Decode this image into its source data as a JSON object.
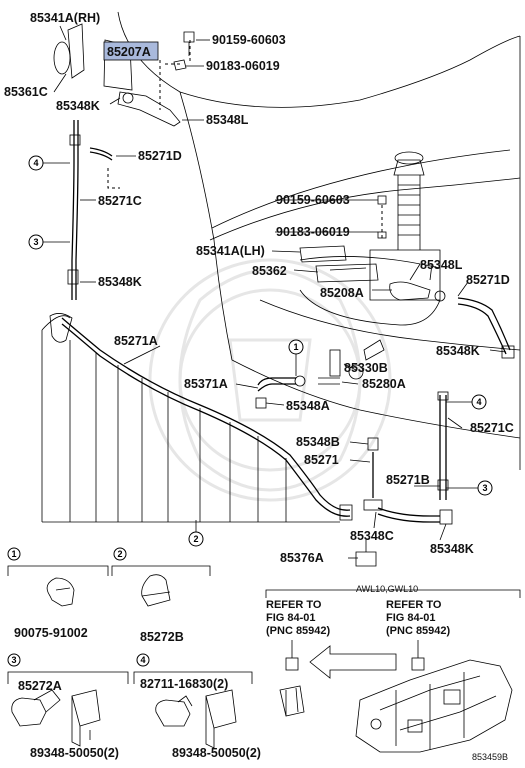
{
  "highlight_color": "#a9b9dc",
  "labels": {
    "p85341a_rh": "85341A(RH)",
    "p85207a": "85207A",
    "p90159_top": "90159-60603",
    "p90183_top": "90183-06019",
    "p85361c": "85361C",
    "p85348k_top": "85348K",
    "p85348l_top": "85348L",
    "p85271d_left": "85271D",
    "p85271c_left": "85271C",
    "p85348k_mid": "85348K",
    "p90159_mid": "90159-60603",
    "p90183_mid": "90183-06019",
    "p85341a_lh": "85341A(LH)",
    "p85348l_right": "85348L",
    "p85362": "85362",
    "p85271d_right": "85271D",
    "p85208a": "85208A",
    "p85271a": "85271A",
    "p85330b": "85330B",
    "p85348k_right": "85348K",
    "p85371a": "85371A",
    "p85280a": "85280A",
    "p85348a": "85348A",
    "p85271c_right": "85271C",
    "p85348b": "85348B",
    "p85271": "85271",
    "p85271b": "85271B",
    "p85348c": "85348C",
    "p85348k_bottom": "85348K",
    "p85376a": "85376A",
    "p90075": "90075-91002",
    "p85272b": "85272B",
    "p85272a": "85272A",
    "p82711": "82711-16830(2)",
    "p89348_left": "89348-50050(2)",
    "p89348_right": "89348-50050(2)",
    "model_code": "AWL10,GWL10",
    "refer_left": [
      "REFER TO",
      "FIG 84-01",
      "(PNC 85942)"
    ],
    "refer_right": [
      "REFER TO",
      "FIG 84-01",
      "(PNC 85942)"
    ],
    "diagram_id": "853459B"
  },
  "callouts": [
    "1",
    "2",
    "3",
    "4"
  ],
  "inset_numbers": [
    "1",
    "2",
    "3",
    "4"
  ]
}
